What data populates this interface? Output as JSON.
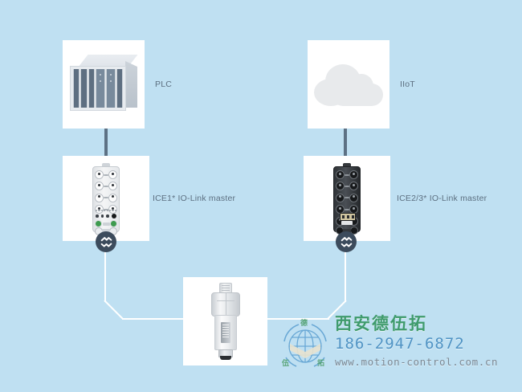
{
  "diagram": {
    "background_color": "#bfe0f2",
    "panel_color": "#ffffff",
    "wire_color": "#5d7184",
    "iolink_wire_color": "#ffffff",
    "badge_color": "#3c4b5c",
    "label_color": "#5c6f80",
    "nodes": [
      {
        "id": "plc",
        "label": "PLC",
        "icon": "plc-rack-icon"
      },
      {
        "id": "iiot",
        "label": "IIoT",
        "icon": "cloud-icon"
      },
      {
        "id": "ice1",
        "label": "ICE1* IO-Link master",
        "icon": "ice1-module-icon"
      },
      {
        "id": "ice23",
        "label": "ICE2/3* IO-Link master",
        "icon": "ice23-module-icon"
      },
      {
        "id": "sensor",
        "label": "",
        "icon": "iolink-sensor-icon"
      }
    ],
    "badges": [
      {
        "id": "badge-left",
        "name": "io-link-badge"
      },
      {
        "id": "badge-right",
        "name": "io-link-badge"
      }
    ]
  },
  "watermark": {
    "company": "西安德伍拓",
    "phone": "186-2947-6872",
    "url": "www.motion-control.com.cn",
    "company_color": "#3f9b6d",
    "phone_color": "#4f93c4",
    "url_color": "#7b8894"
  }
}
